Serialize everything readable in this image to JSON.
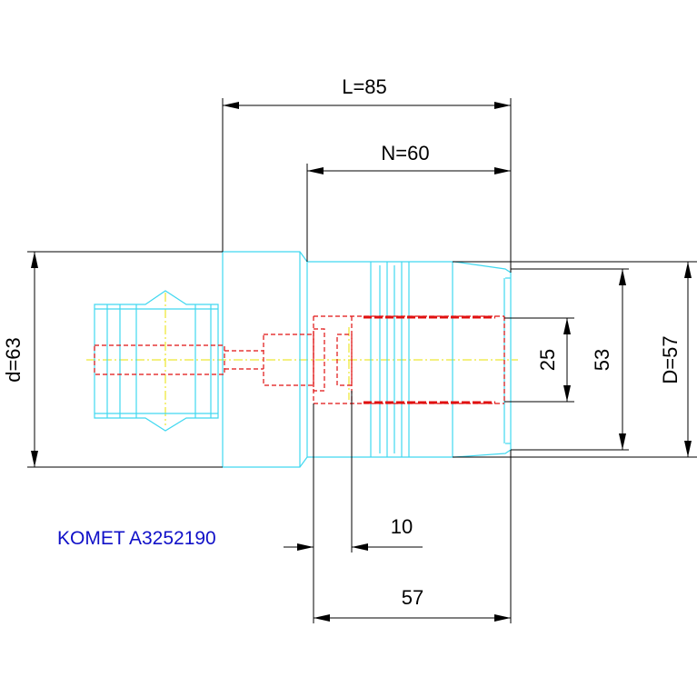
{
  "dimensions": {
    "L": "L=85",
    "N": "N=60",
    "d": "d=63",
    "D": "D=57",
    "bore": "25",
    "body": "53",
    "offset": "10",
    "depth": "57"
  },
  "caption": "KOMET A3252190",
  "colors": {
    "outline": "#40d8f0",
    "hidden": "#e01010",
    "centerline": "#e8e000",
    "dimension": "#000000",
    "caption": "#1010c8"
  }
}
